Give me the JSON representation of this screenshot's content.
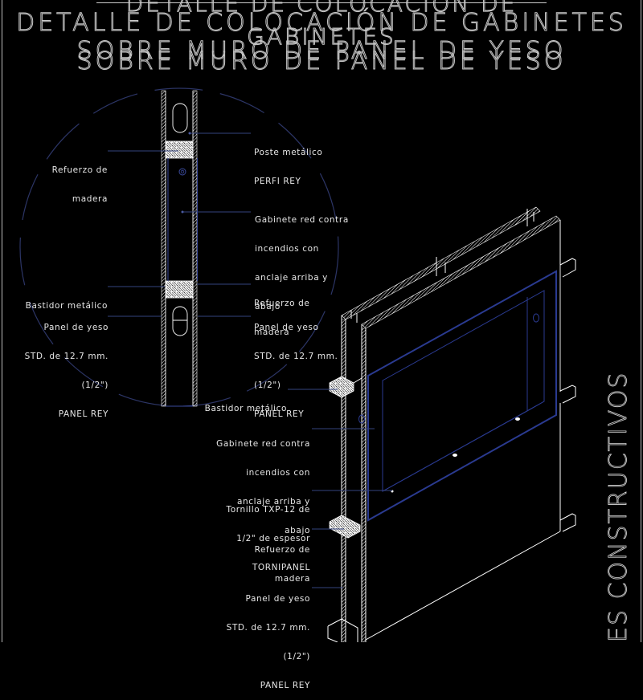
{
  "title": {
    "line1_overlap": "DETALLE DE COLOCACIÓN DE",
    "line1": "DETALLE DE COLOCACIÓN DE GABINETES",
    "line2_overlap": "GABINETES",
    "line3": "SOBRE MURO DE PANEL DE YESO",
    "line3_dup": "SOBRE MURO DE PANEL DE YESO"
  },
  "side_title": "ES CONSTRUCTIVOS",
  "colors": {
    "background": "#000000",
    "linework": "#ffffff",
    "leader": "#3a4a8c",
    "detail_circle": "#2c3566",
    "cabinet": "#2a3a90",
    "text": "#e6e6e6"
  },
  "section_detail": {
    "labels": {
      "poste": [
        "Poste metálico",
        "PERFI REY"
      ],
      "refuerzo_top": [
        "Refuerzo de",
        "madera"
      ],
      "gabinete": [
        "Gabinete red contra",
        "incendios con",
        "anclaje arriba y",
        "abajo"
      ],
      "bastidor": [
        "Bastidor metálico"
      ],
      "refuerzo_bottom": [
        "Refuerzo de",
        "madera"
      ],
      "panel_left": [
        "Panel de yeso",
        "STD. de 12.7 mm.",
        "(1/2\")",
        "PANEL REY"
      ],
      "panel_right": [
        "Panel de yeso",
        "STD. de 12.7 mm.",
        "(1/2\")",
        "PANEL REY"
      ]
    }
  },
  "isometric": {
    "labels": {
      "bastidor": [
        "Bastidor metálico"
      ],
      "gabinete": [
        "Gabinete red contra",
        "incendios con",
        "anclaje arriba y",
        "abajo"
      ],
      "tornillo": [
        "Tornillo TXP-12 de",
        "1/2\" de espesor",
        "TORNIPANEL"
      ],
      "refuerzo": [
        "Refuerzo de",
        "madera"
      ],
      "panel": [
        "Panel de yeso",
        "STD. de 12.7 mm.",
        "(1/2\")",
        "PANEL REY"
      ]
    }
  }
}
